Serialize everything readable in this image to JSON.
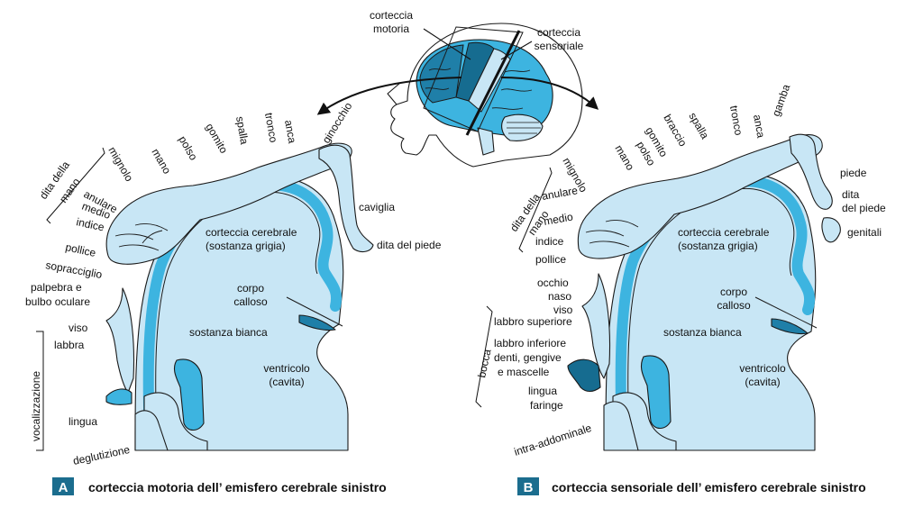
{
  "colors": {
    "light": "#c8e6f5",
    "mid": "#3db4e0",
    "dark": "#1f7fa8",
    "darkest": "#166c90",
    "badge": "#1b6d8e"
  },
  "brain_icon": {
    "motor_label": [
      "corteccia",
      "motoria"
    ],
    "sensory_label": [
      "corteccia",
      "sensoriale"
    ]
  },
  "panel_a": {
    "badge": "A",
    "caption": "corteccia motoria dell’ emisfero cerebrale sinistro",
    "cortex_label": [
      "corteccia cerebrale",
      "(sostanza grigia)"
    ],
    "white_matter": "sostanza bianca",
    "callosum": [
      "corpo",
      "calloso"
    ],
    "ventricle": [
      "ventricolo",
      "(cavita)"
    ],
    "rotated_labels": [
      "mignolo",
      "mano",
      "polso",
      "gomito",
      "spalla",
      "tronco",
      "anca",
      "ginocchio"
    ],
    "fingers_group": [
      "dita della",
      "mano"
    ],
    "side_labels": [
      "anulare",
      "medio",
      "indice",
      "pollice",
      "sopracciglio",
      "palpebra e",
      "bulbo oculare",
      "viso",
      "labbra",
      "lingua",
      "deglutizione"
    ],
    "ankle": "caviglia",
    "toes": "dita del piede",
    "vocal_group": "vocalizzazione"
  },
  "panel_b": {
    "badge": "B",
    "caption": "corteccia sensoriale dell’ emisfero cerebrale sinistro",
    "cortex_label": [
      "corteccia cerebrale",
      "(sostanza grigia)"
    ],
    "white_matter": "sostanza bianca",
    "callosum": [
      "corpo",
      "calloso"
    ],
    "ventricle": [
      "ventricolo",
      "(cavita)"
    ],
    "rotated_labels": [
      "mignolo",
      "mano",
      "polso",
      "gomito",
      "braccio",
      "spalla",
      "tronco",
      "anca",
      "gamba"
    ],
    "fingers_group": [
      "dita della",
      "mano"
    ],
    "side_labels": [
      "anulare",
      "medio",
      "indice",
      "pollice",
      "occhio",
      "naso",
      "viso",
      "labbro superiore",
      "labbro inferiore",
      "denti, gengive",
      "e mascelle",
      "lingua",
      "faringe",
      "intra-addominale"
    ],
    "foot": "piede",
    "toes": [
      "dita",
      "del piede"
    ],
    "genitals": "genitali",
    "mouth_group": "bocca"
  }
}
